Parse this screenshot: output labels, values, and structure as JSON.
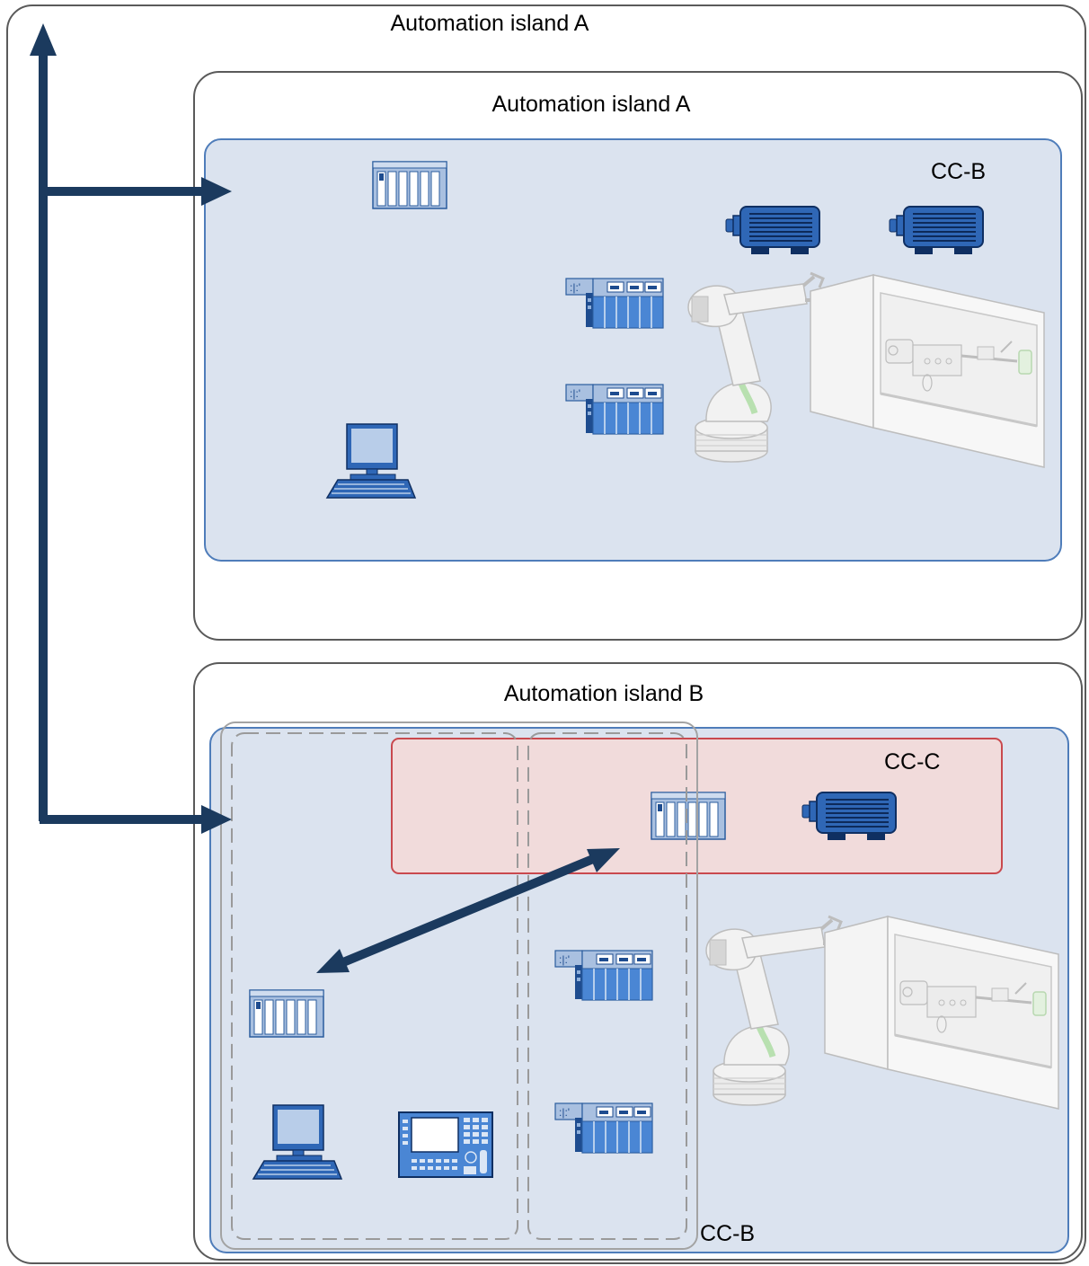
{
  "outer_frame": {
    "label": "Automation island A"
  },
  "island_a": {
    "label": "Automation island A",
    "zone_label": "CC-B",
    "devices": [
      "controller-icon",
      "motor-icon",
      "motor-icon",
      "io-module-icon",
      "io-module-icon",
      "engineering-pc-icon",
      "robot-arm-icon",
      "lathe-machine-icon"
    ]
  },
  "island_b": {
    "label": "Automation island B",
    "inner_zone_label": "CC-C",
    "zone_label": "CC-B",
    "devices": [
      "controller-icon",
      "motor-icon",
      "controller-icon",
      "engineering-pc-icon",
      "hmi-panel-icon",
      "io-module-icon",
      "io-module-icon",
      "robot-arm-icon",
      "lathe-machine-icon"
    ]
  },
  "colors": {
    "arrow": "#1b3a5e",
    "zone_fill": "#dbe3ef",
    "zone_border": "#4f7dba",
    "cc_c_fill": "#f1dbdb",
    "cc_c_border": "#c9494e",
    "device_blue": "#2f67b6",
    "frame_border": "#5a5a5a"
  }
}
